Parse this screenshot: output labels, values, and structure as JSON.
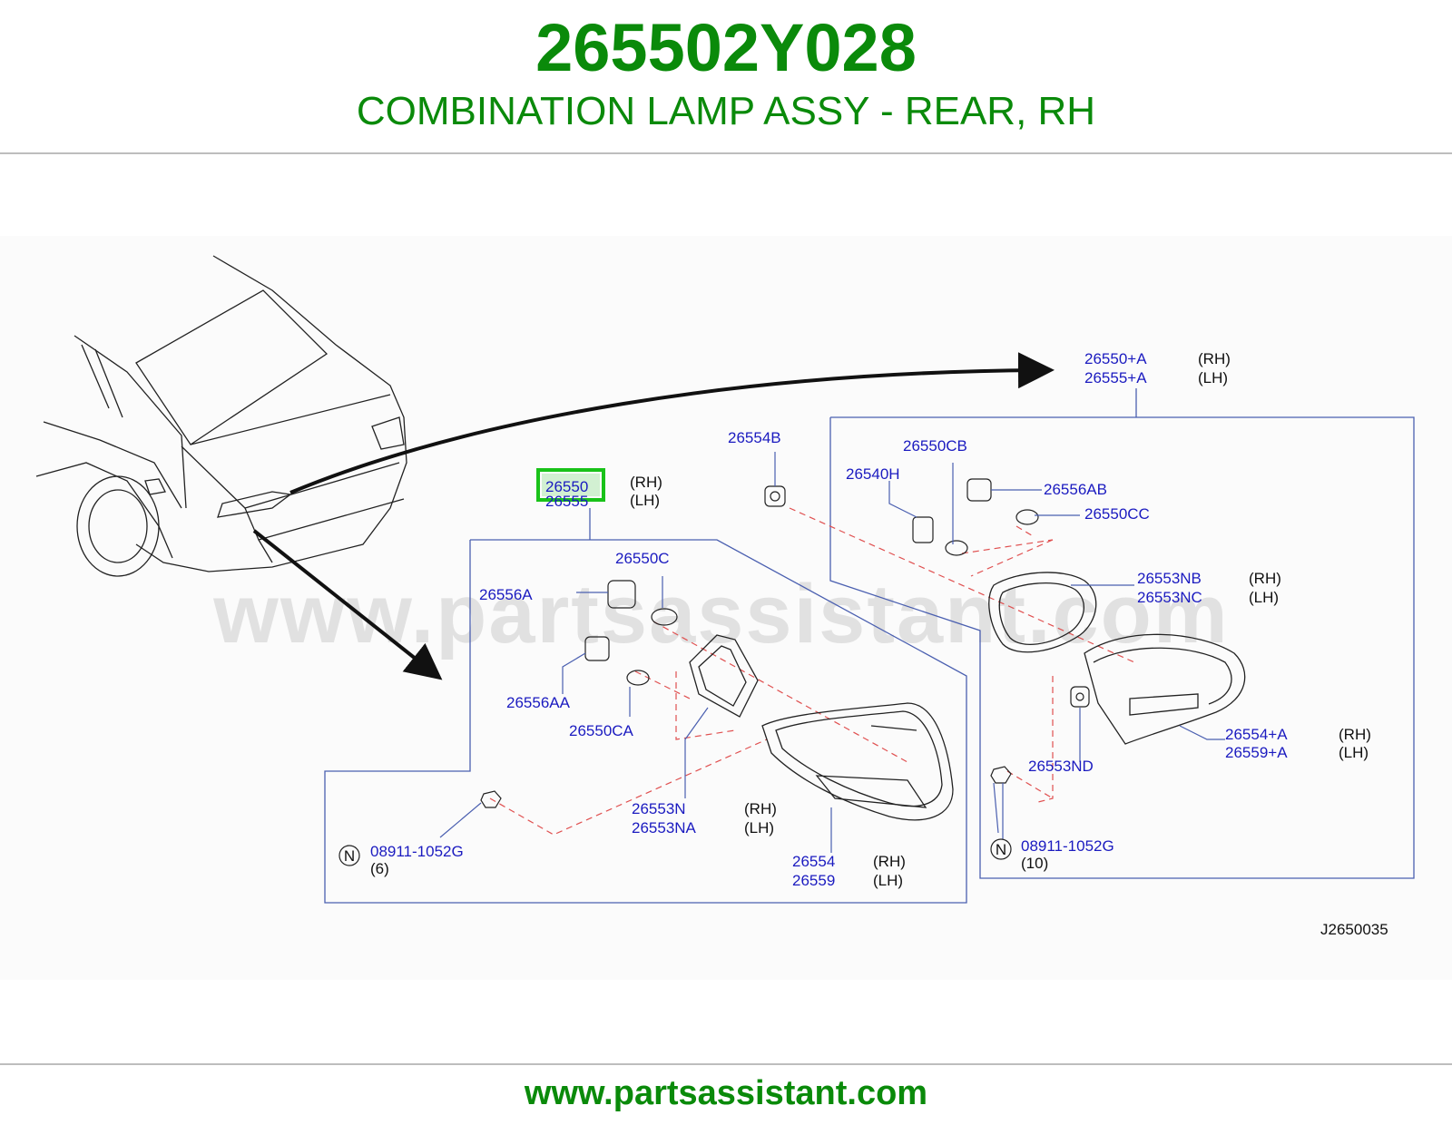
{
  "header": {
    "part_number": "265502Y028",
    "part_name": "COMBINATION LAMP ASSY - REAR, RH"
  },
  "colors": {
    "title_green": "#0a8a0a",
    "callout_blue": "#1b1bc0",
    "highlight_green": "#19c219",
    "leader_blue": "#4a5fb0",
    "dashed_red": "#e05050"
  },
  "watermark": "www.partsassistant.com",
  "diagram": {
    "reference_code": "J2650035",
    "callouts": {
      "main_rh": "26550",
      "main_lh": "26555",
      "inner_assy_rh": "26550+A",
      "inner_assy_lh": "26555+A",
      "b26554b": "26554B",
      "b26550cb": "26550CB",
      "b26540h": "26540H",
      "b26556ab": "26556AB",
      "b26550cc": "26550CC",
      "b26553nb": "26553NB",
      "b26553nc": "26553NC",
      "b26554a": "26554+A",
      "b26559a": "26559+A",
      "b26553nd": "26553ND",
      "nut_right": "08911-1052G",
      "nut_right_qty": "(10)",
      "b26550c": "26550C",
      "b26556a": "26556A",
      "b26556aa": "26556AA",
      "b26550ca": "26550CA",
      "b26553n": "26553N",
      "b26553na": "26553NA",
      "b26554": "26554",
      "b26559": "26559",
      "nut_left": "08911-1052G",
      "nut_left_qty": "(6)",
      "n_mark": "N"
    },
    "side_labels": {
      "rh": "(RH)",
      "lh": "(LH)"
    },
    "highlighted_part": "26550"
  },
  "footer": {
    "url": "www.partsassistant.com"
  }
}
